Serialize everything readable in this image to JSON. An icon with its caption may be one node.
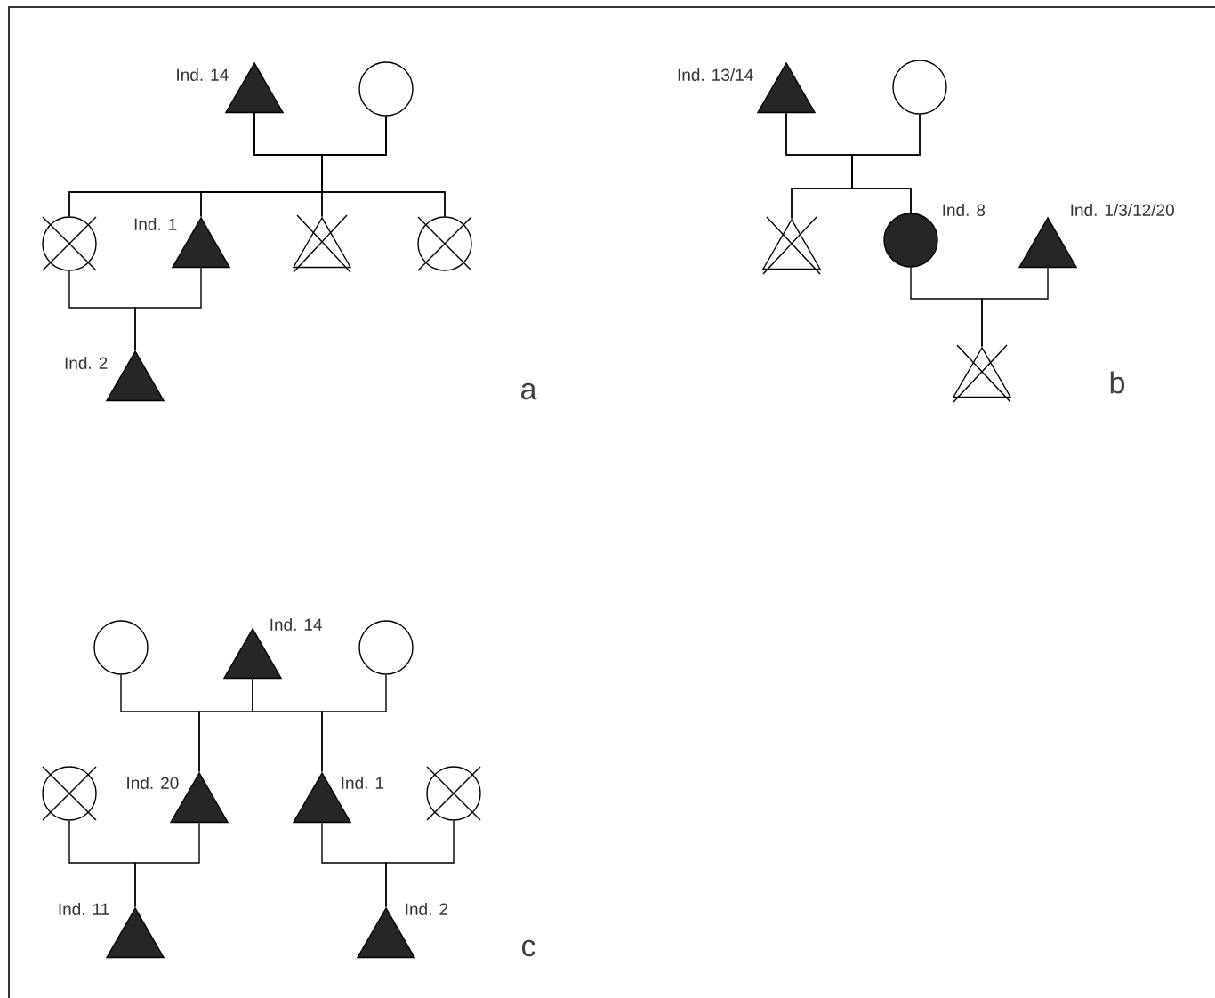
{
  "diagram": {
    "nodes": [
      {
        "text": [],
        "shape": "triangle",
        "beside": [
          "Ind. 14"
        ]
      },
      {
        "text": [],
        "shape": "circle"
      },
      {
        "text": [],
        "shape": "circle"
      },
      {
        "text": [],
        "shape": "triangle",
        "beside": [
          "Ind. 1"
        ]
      },
      {
        "text": [],
        "shape": "triangle"
      },
      {
        "text": [],
        "shape": "circle"
      },
      {
        "text": [],
        "shape": "triangle",
        "beside": [
          "Ind. 2"
        ]
      },
      {
        "text": [],
        "shape": "triangle",
        "beside": [
          "Ind. 13/14"
        ]
      },
      {
        "text": [],
        "shape": "circle"
      },
      {
        "text": [],
        "shape": "triangle"
      },
      {
        "text": [],
        "shape": "circle",
        "beside": [
          "Ind. 8"
        ]
      },
      {
        "text": [],
        "shape": "triangle",
        "beside": [
          "Ind. 1/3/12/20"
        ]
      },
      {
        "text": [],
        "shape": "triangle"
      },
      {
        "text": [],
        "shape": "circle"
      },
      {
        "text": [],
        "shape": "triangle",
        "beside": [
          "Ind. 14"
        ]
      },
      {
        "text": [],
        "shape": "circle"
      },
      {
        "text": [],
        "shape": "circle"
      },
      {
        "text": [],
        "shape": "triangle",
        "beside": [
          "Ind. 20"
        ]
      },
      {
        "text": [],
        "shape": "triangle",
        "beside": [
          "Ind. 1"
        ]
      },
      {
        "text": [],
        "shape": "circle"
      },
      {
        "text": [],
        "shape": "triangle",
        "beside": [
          "Ind. 11"
        ]
      },
      {
        "text": [],
        "shape": "triangle",
        "beside": [
          "Ind. 2"
        ]
      }
    ],
    "edges": [
      {
        "from": 0,
        "to": 2,
        "arrow": "none"
      },
      {
        "from": 1,
        "to": 2,
        "arrow": "none"
      },
      {
        "from": 0,
        "to": 3,
        "arrow": "none"
      },
      {
        "from": 1,
        "to": 3,
        "arrow": "none"
      },
      {
        "from": 0,
        "to": 4,
        "arrow": "none"
      },
      {
        "from": 1,
        "to": 4,
        "arrow": "none"
      },
      {
        "from": 0,
        "to": 5,
        "arrow": "none"
      },
      {
        "from": 1,
        "to": 5,
        "arrow": "none"
      },
      {
        "from": 2,
        "to": 6,
        "arrow": "none"
      },
      {
        "from": 3,
        "to": 6,
        "arrow": "none"
      },
      {
        "from": 7,
        "to": 9,
        "arrow": "none"
      },
      {
        "from": 8,
        "to": 9,
        "arrow": "none"
      },
      {
        "from": 7,
        "to": 10,
        "arrow": "none"
      },
      {
        "from": 8,
        "to": 10,
        "arrow": "none"
      },
      {
        "from": 10,
        "to": 12,
        "arrow": "none"
      },
      {
        "from": 11,
        "to": 12,
        "arrow": "none"
      },
      {
        "from": 13,
        "to": 17,
        "arrow": "none"
      },
      {
        "from": 14,
        "to": 17,
        "arrow": "none"
      },
      {
        "from": 14,
        "to": 18,
        "arrow": "none"
      },
      {
        "from": 15,
        "to": 18,
        "arrow": "none"
      },
      {
        "from": 16,
        "to": 20,
        "arrow": "none"
      },
      {
        "from": 17,
        "to": 20,
        "arrow": "none"
      },
      {
        "from": 18,
        "to": 21,
        "arrow": "none"
      },
      {
        "from": 19,
        "to": 21,
        "arrow": "none"
      }
    ],
    "labels": [
      "a",
      "b",
      "c"
    ]
  }
}
